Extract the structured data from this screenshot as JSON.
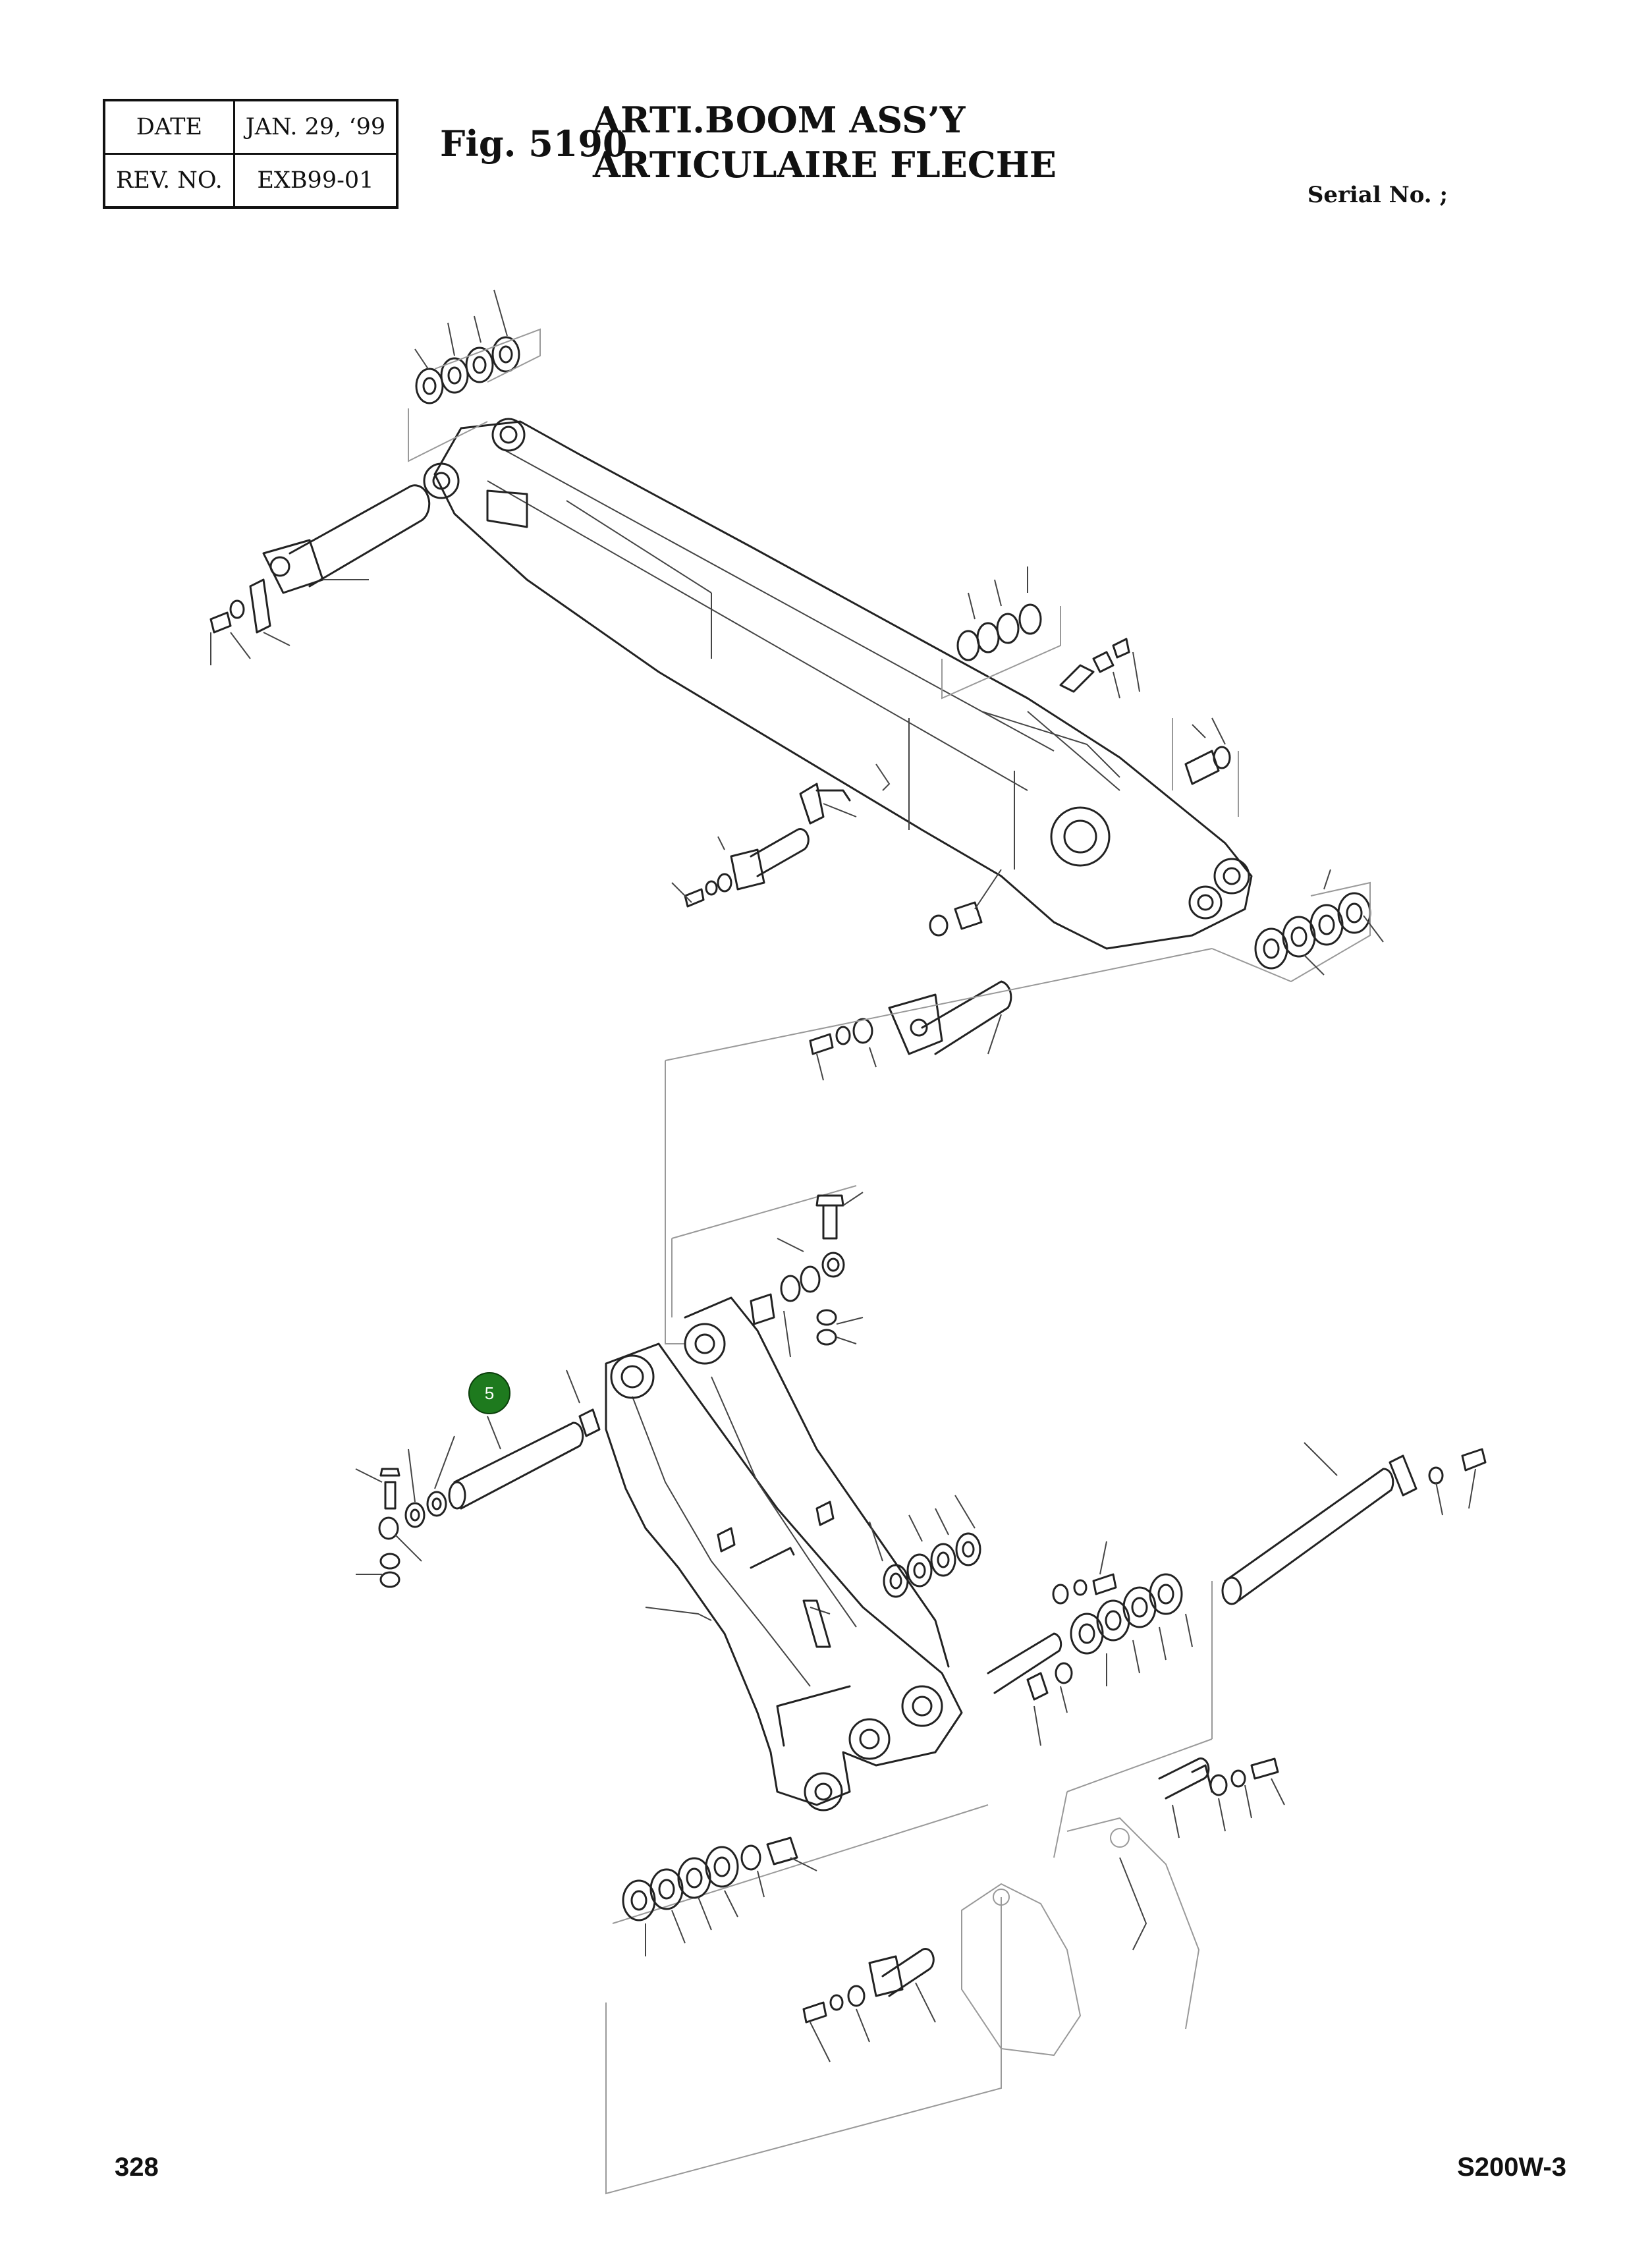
{
  "header": {
    "date_label": "DATE",
    "date_value": "JAN. 29, ‘99",
    "rev_label": "REV. NO.",
    "rev_value": "EXB99-01"
  },
  "figure": {
    "number": "Fig. 5190",
    "title_en": "ARTI.BOOM ASS’Y",
    "title_fr": "ARTICULAIRE FLECHE"
  },
  "serial": "Serial No. ;",
  "callout": {
    "label": "5",
    "color": "#1e7a1e"
  },
  "footer": {
    "page": "328",
    "model": "S200W-3"
  }
}
